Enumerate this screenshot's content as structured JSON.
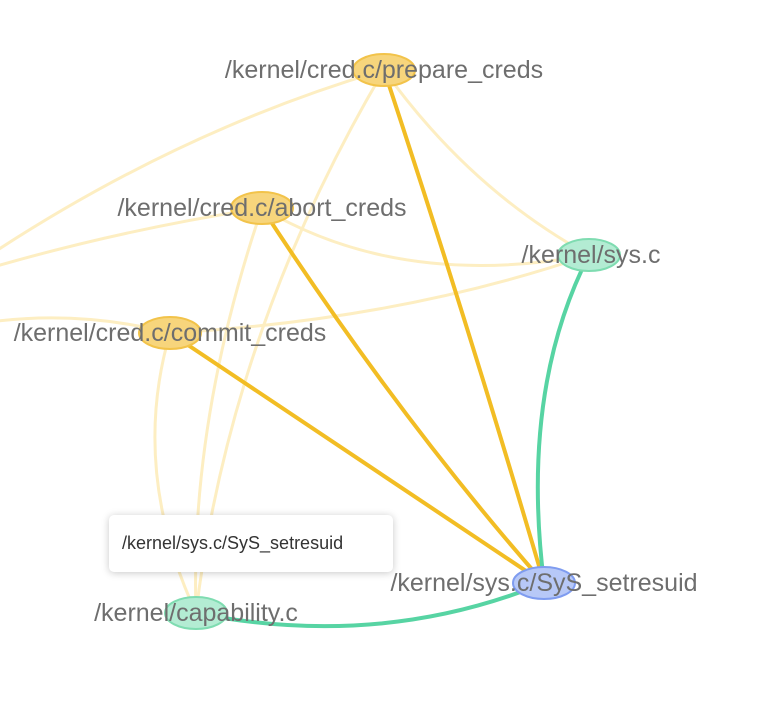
{
  "graph": {
    "nodes": [
      {
        "id": "prepare_creds",
        "label": "/kernel/cred.c/prepare_creds",
        "color": "#f7d57c",
        "stroke": "#f2c34a"
      },
      {
        "id": "abort_creds",
        "label": "/kernel/cred.c/abort_creds",
        "color": "#f7d57c",
        "stroke": "#f2c34a"
      },
      {
        "id": "sys_c",
        "label": "/kernel/sys.c",
        "color": "#b3ecd3",
        "stroke": "#7fdcb1"
      },
      {
        "id": "commit_creds",
        "label": "/kernel/cred.c/commit_creds",
        "color": "#f7d57c",
        "stroke": "#f2c34a"
      },
      {
        "id": "sys_setresuid",
        "label": "/kernel/sys.c/SyS_setresuid",
        "color": "#b7c8f7",
        "stroke": "#7f9cf0"
      },
      {
        "id": "capability_c",
        "label": "/kernel/capability.c",
        "color": "#b3ecd3",
        "stroke": "#7fdcb1"
      }
    ],
    "edges": [
      {
        "source": "prepare_creds",
        "target": "sys_setresuid",
        "style": "highlight"
      },
      {
        "source": "abort_creds",
        "target": "sys_setresuid",
        "style": "highlight"
      },
      {
        "source": "commit_creds",
        "target": "sys_setresuid",
        "style": "highlight"
      },
      {
        "source": "sys_c",
        "target": "sys_setresuid",
        "style": "highlight-green"
      },
      {
        "source": "capability_c",
        "target": "sys_setresuid",
        "style": "highlight-green"
      },
      {
        "source": "prepare_creds",
        "target": "sys_c",
        "style": "faded"
      },
      {
        "source": "prepare_creds",
        "target": "capability_c",
        "style": "faded"
      },
      {
        "source": "abort_creds",
        "target": "sys_c",
        "style": "faded"
      },
      {
        "source": "abort_creds",
        "target": "capability_c",
        "style": "faded"
      },
      {
        "source": "commit_creds",
        "target": "sys_c",
        "style": "faded"
      },
      {
        "source": "commit_creds",
        "target": "capability_c",
        "style": "faded"
      }
    ]
  },
  "colors": {
    "highlight": "#f2bd24",
    "highlight_green": "#57d4a3",
    "faded": "#fdeec2"
  },
  "tooltip": {
    "text": "/kernel/sys.c/SyS_setresuid"
  }
}
